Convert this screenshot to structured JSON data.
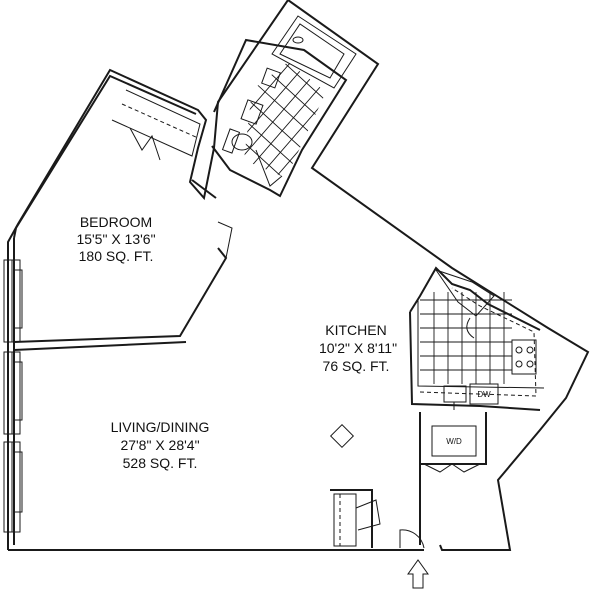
{
  "rooms": {
    "bedroom": {
      "name": "BEDROOM",
      "dims": "15'5\" X 13'6\"",
      "area": "180 SQ. FT."
    },
    "kitchen": {
      "name": "KITCHEN",
      "dims": "10'2\" X 8'11\"",
      "area": "76 SQ. FT."
    },
    "living": {
      "name": "LIVING/DINING",
      "dims": "27'8\" X 28'4\"",
      "area": "528 SQ. FT."
    }
  },
  "fixtures": {
    "dishwasher": "DW",
    "washer_dryer": "W/D"
  },
  "icons": {
    "entry": "entry-arrow-icon",
    "tub": "bathtub-icon",
    "toilet": "toilet-icon",
    "sink": "sink-icon",
    "stove": "stove-icon"
  }
}
